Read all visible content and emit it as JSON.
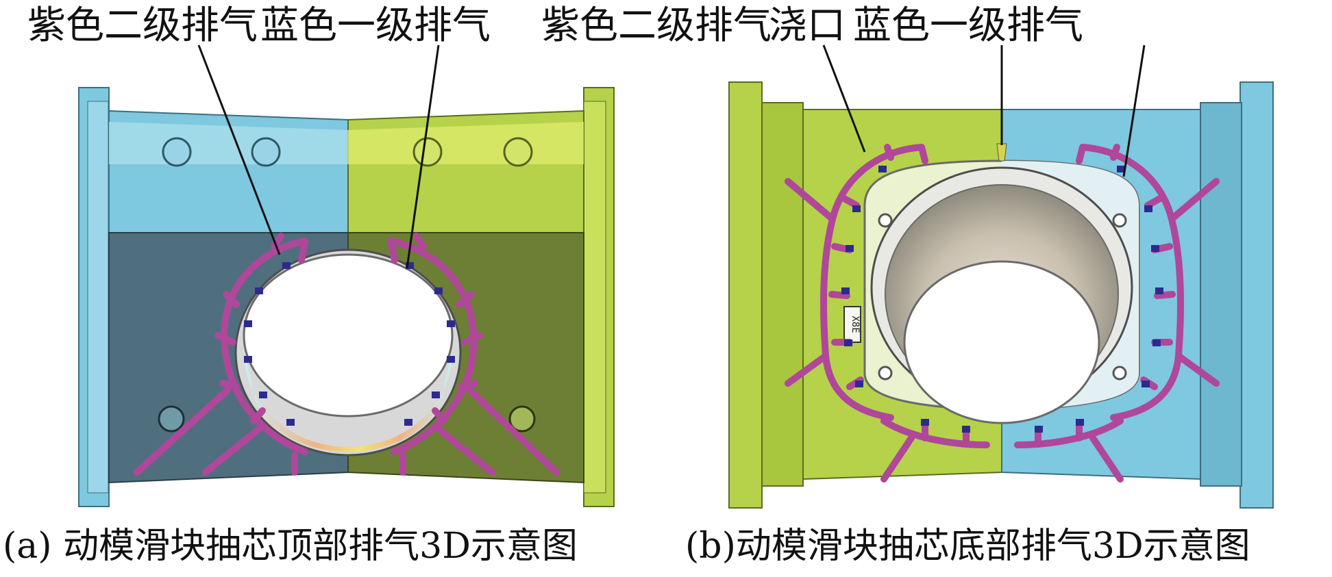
{
  "panel_a": {
    "label_purple": "紫色二级排气",
    "label_blue": "蓝色一级排气",
    "caption": "(a) 动模滑块抽芯顶部排气3D示意图"
  },
  "panel_b": {
    "label_purple": "紫色二级排气",
    "label_gate": "浇口",
    "label_blue": "蓝色一级排气",
    "caption": "(b)动模滑块抽芯底部排气3D示意图",
    "part_marking": "X8E"
  },
  "colors": {
    "blue": "#7ec8e0",
    "green": "#b5d24a",
    "dark_blue": "#4f6f7f",
    "dark_green": "#6d7f34",
    "purple": "#b0479a",
    "vent_blue": "#2d2a8f"
  }
}
